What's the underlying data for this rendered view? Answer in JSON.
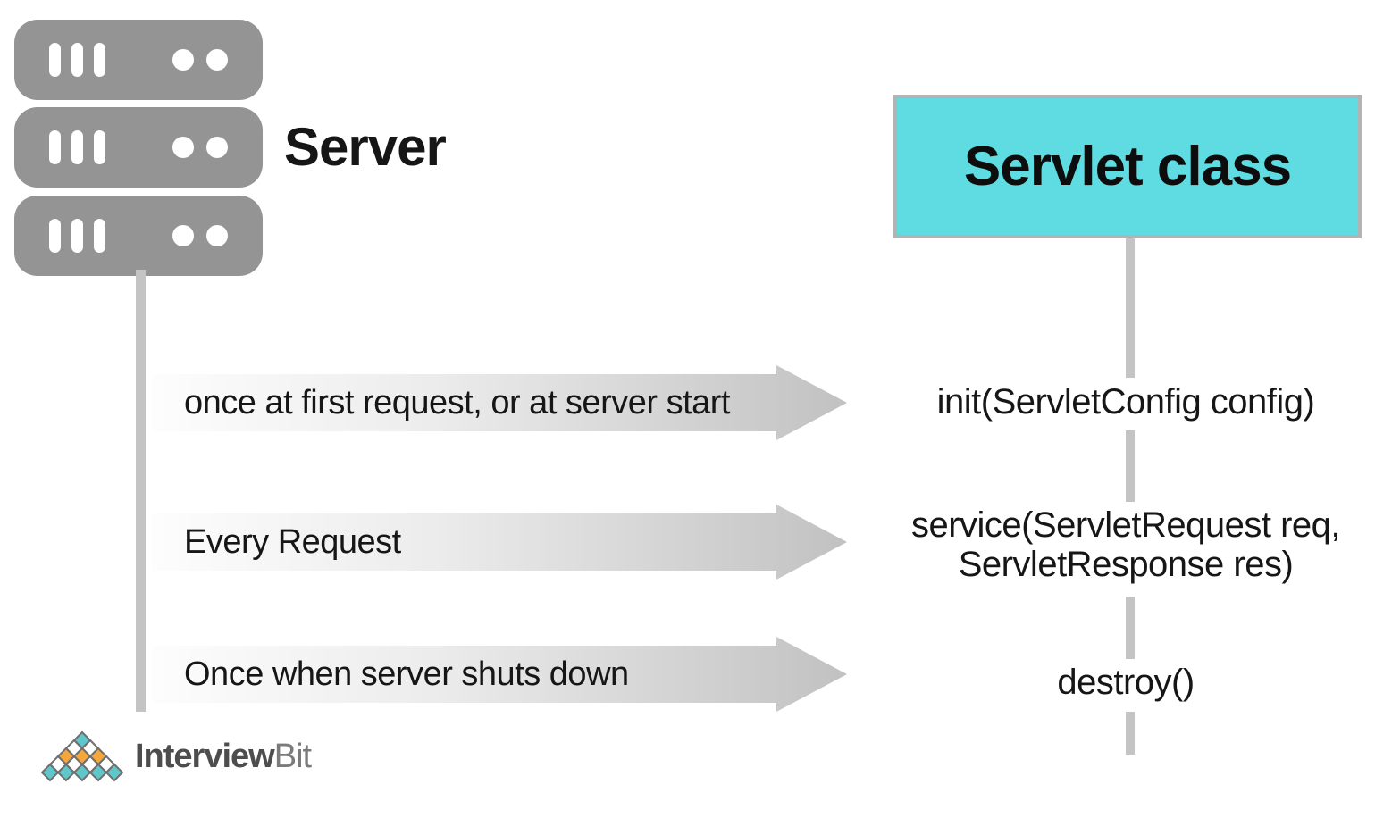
{
  "diagram": {
    "server_label": "Server",
    "servlet_box_label": "Servlet class"
  },
  "arrows": [
    {
      "label": "once at first request, or at server start"
    },
    {
      "label": "Every Request"
    },
    {
      "label": "Once when server shuts down"
    }
  ],
  "methods": [
    {
      "line1": "init(ServletConfig config)"
    },
    {
      "line1": "service(ServletRequest req,",
      "line2": "ServletResponse res)"
    },
    {
      "line1": "destroy()"
    }
  ],
  "logo": {
    "name_bold": "Interview",
    "name_light": "Bit"
  },
  "colors": {
    "ink": "#161616",
    "server_gray": "#949494",
    "line_gray": "#c4c4c4",
    "box_fill": "#5edce1",
    "box_border": "#b3b3b3",
    "arrow_start": "#fdfdfd",
    "arrow_end": "#c9c9c9",
    "logo_teal": "#5fc6c9",
    "logo_orange": "#f5a73b",
    "logo_outline": "#6e6e6e",
    "logo_text_dark": "#4d4d4d",
    "logo_text_light": "#7b7b7b"
  }
}
